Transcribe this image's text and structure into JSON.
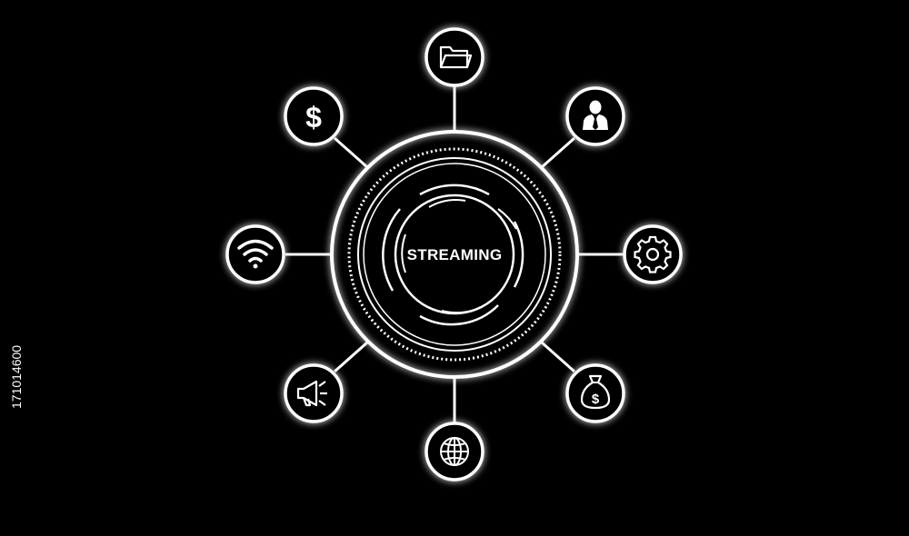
{
  "diagram": {
    "center_label": "STREAMING",
    "nodes": [
      {
        "id": "folder",
        "icon": "folder-icon"
      },
      {
        "id": "businessman",
        "icon": "businessman-icon"
      },
      {
        "id": "settings",
        "icon": "gear-icon"
      },
      {
        "id": "money-bag",
        "icon": "money-bag-icon"
      },
      {
        "id": "globe",
        "icon": "globe-icon"
      },
      {
        "id": "megaphone",
        "icon": "megaphone-icon"
      },
      {
        "id": "wifi",
        "icon": "wifi-icon"
      },
      {
        "id": "dollar",
        "icon": "dollar-icon"
      }
    ]
  },
  "watermark": {
    "stock_id": "171014600"
  },
  "colors": {
    "background": "#000000",
    "foreground": "#ffffff",
    "glow": "#ffffff"
  }
}
